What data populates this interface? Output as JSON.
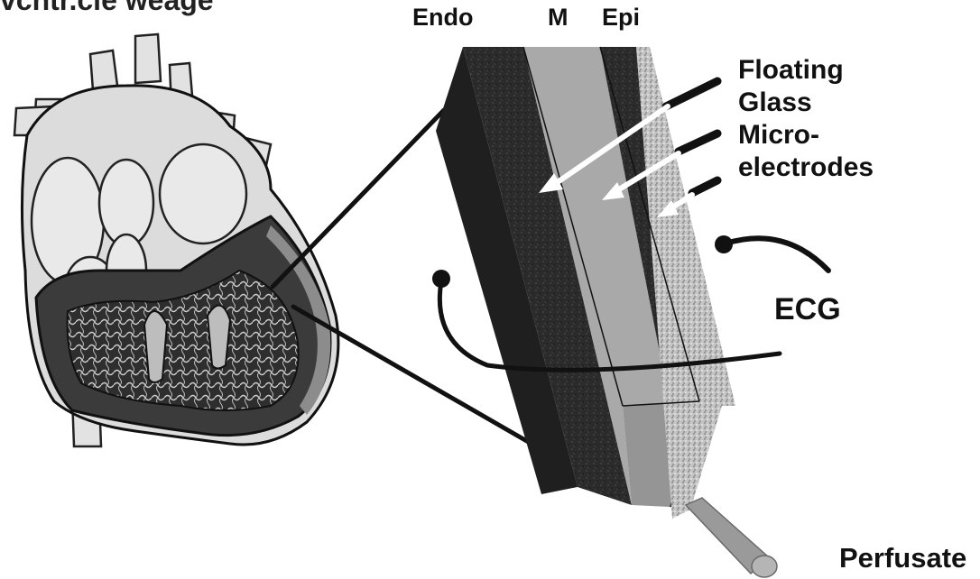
{
  "figure": {
    "title_partial": "vcntr.cle weage",
    "layer_labels": {
      "endo": "Endo",
      "mid": "M",
      "epi": "Epi"
    },
    "electrode_label_lines": [
      "Floating",
      "Glass",
      "Micro-",
      "electrodes"
    ],
    "ecg_label": "ECG",
    "perfusate_label": "Perfusate"
  },
  "colors": {
    "endo_layer": "#2a2a2a",
    "m_layer": "#a8a8a8",
    "epi_layer": "#3a3a3a",
    "epicardial_surface": "#b9b9b9",
    "heart_tissue": "#d9d9d9",
    "myocardium_section": "#3b3b3b",
    "lines": "#111111",
    "arrows": "#ffffff",
    "cannula": "#9a9a9a"
  }
}
